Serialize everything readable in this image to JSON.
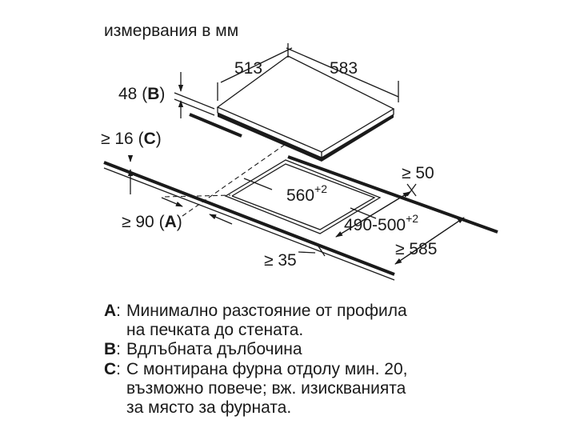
{
  "diagram": {
    "units_caption": "измервания в мм",
    "dimensions": {
      "depth": "513",
      "width": "583",
      "thickness": "48",
      "gap_to_oven": "≥ 16",
      "wall_distance": "≥ 90",
      "cutout_width_base": "560",
      "cutout_width_tol": "+2",
      "cutout_depth_base": "490-500",
      "cutout_depth_tol": "+2",
      "rear_margin": "≥ 50",
      "worktop_depth": "≥ 585",
      "front_margin": "≥ 35"
    },
    "markers": {
      "a": "A",
      "b": "B",
      "c": "C",
      "open": "(",
      "close": ")"
    }
  },
  "legend": [
    {
      "key": "A",
      "sep": ":",
      "lines": [
        "Минимално разстояние от профила",
        "на печката до стената."
      ]
    },
    {
      "key": "B",
      "sep": ":",
      "lines": [
        "Вдлъбната дълбочина"
      ]
    },
    {
      "key": "C",
      "sep": ":",
      "lines": [
        "С монтирана фурна отдолу мин. 20,",
        "възможно повече; вж. изискванията",
        "за място за фурната."
      ]
    }
  ]
}
